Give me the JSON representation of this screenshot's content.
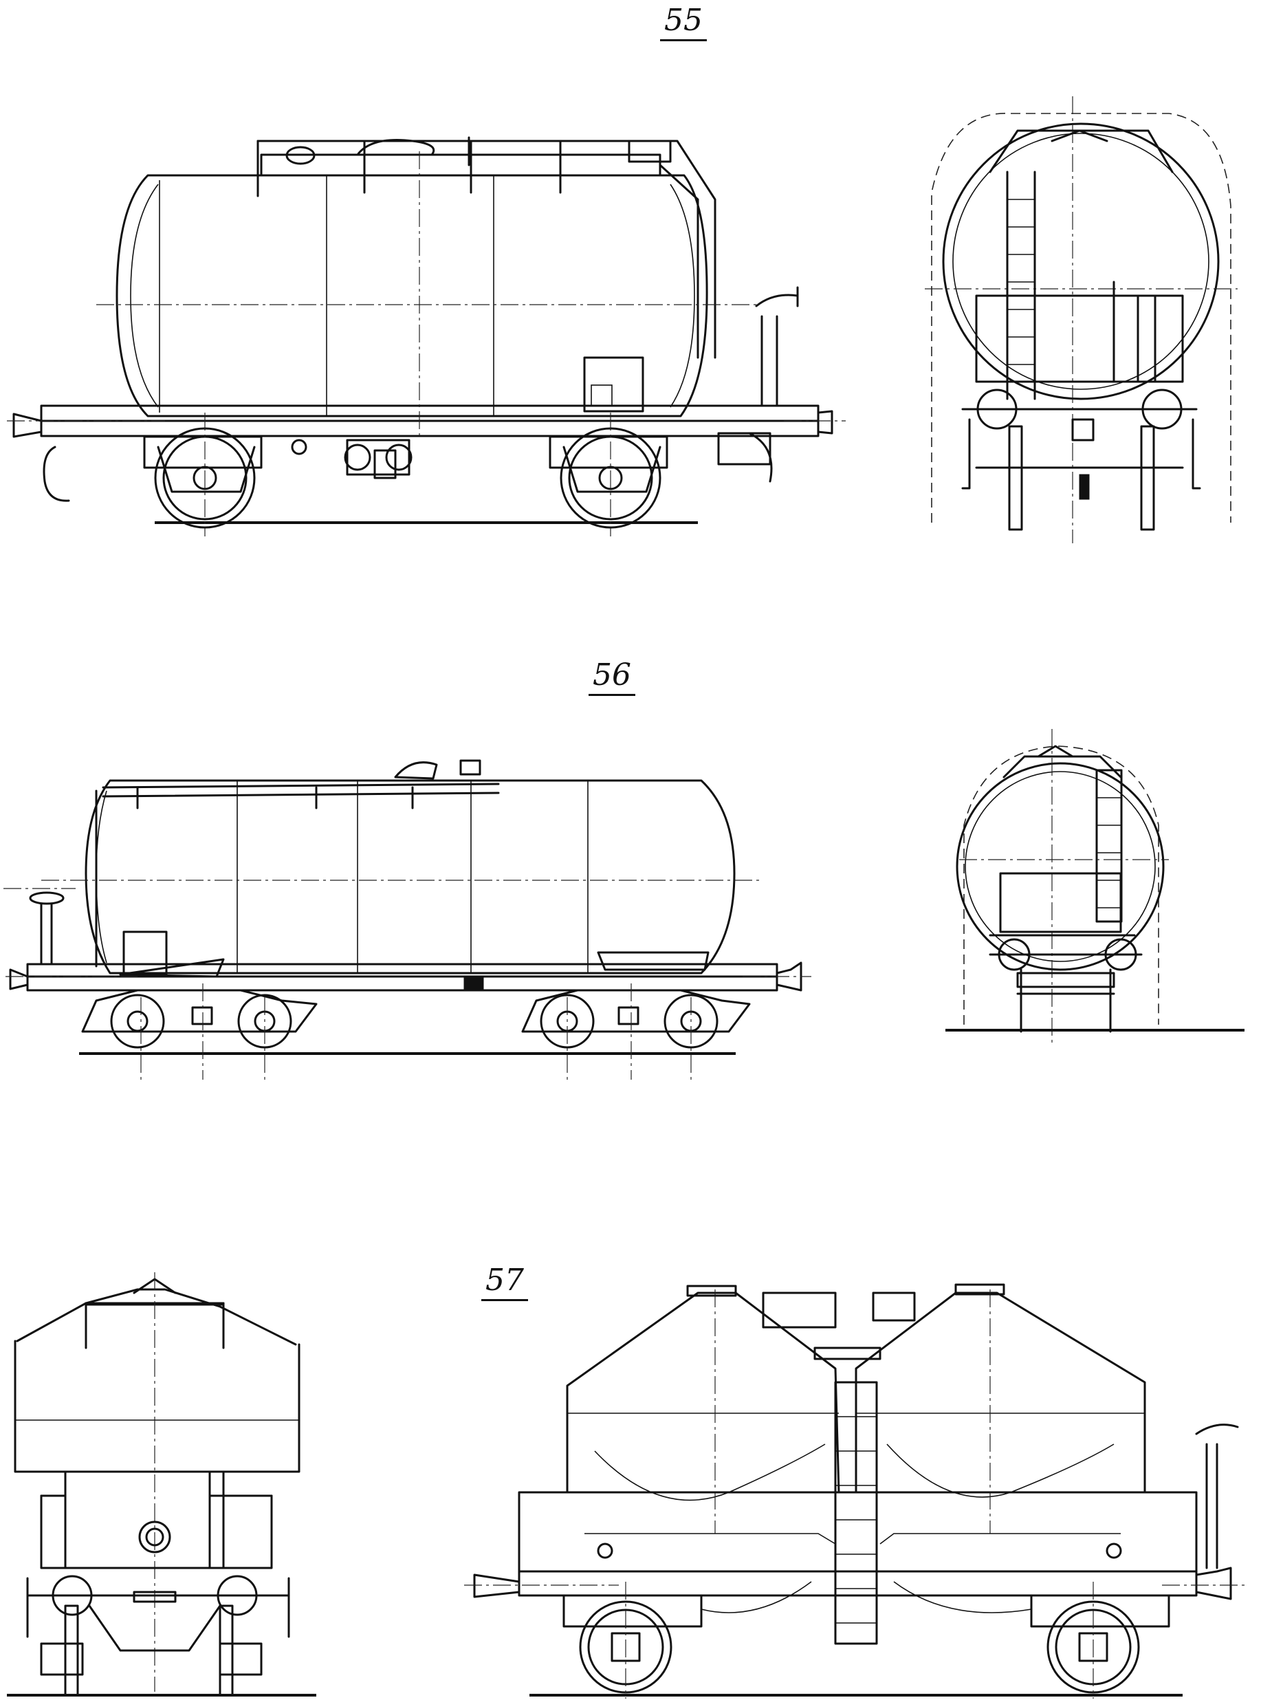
{
  "figures": [
    {
      "id": "fig-55",
      "label": "55"
    },
    {
      "id": "fig-56",
      "label": "56"
    },
    {
      "id": "fig-57",
      "label": "57"
    }
  ]
}
